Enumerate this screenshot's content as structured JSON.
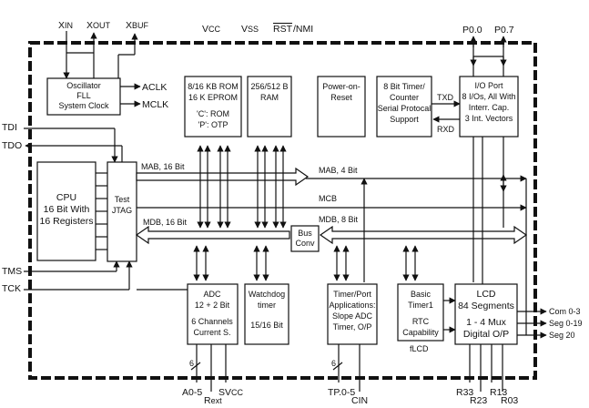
{
  "pins_top": {
    "xin": "X",
    "xin_sub": "IN",
    "xout": "X",
    "xout_sub": "OUT",
    "xbuf": "X",
    "xbuf_sub": "BUF",
    "vcc": "V",
    "vcc_sub": "CC",
    "vss": "V",
    "vss_sub": "SS",
    "rst_bar": "RST",
    "rst_rest": "/NMI",
    "p00": "P0.0",
    "p07": "P0.7"
  },
  "pins_left": {
    "tdi": "TDI",
    "tdo": "TDO",
    "tms": "TMS",
    "tck": "TCK"
  },
  "pins_right": {
    "com": "Com 0-3",
    "seg0": "Seg 0-19",
    "seg20": "Seg 20"
  },
  "pins_bottom": {
    "a": "A0-5",
    "rext": "R",
    "rext_sub": "ext",
    "svcc": "SV",
    "svcc_sub": "CC",
    "tp": "TP.0-5",
    "cin": "CIN",
    "r33": "R33",
    "r23": "R23",
    "r13": "R13",
    "r03": "R03",
    "six_a": "6",
    "six_b": "6"
  },
  "blocks": {
    "osc": [
      "Oscillator",
      "FLL",
      "System Clock"
    ],
    "aclk": "ACLK",
    "mclk": "MCLK",
    "rom": [
      "8/16 KB ROM",
      "16 K EPROM",
      "'C': ROM",
      "'P': OTP"
    ],
    "ram": [
      "256/512 B",
      "RAM"
    ],
    "por": [
      "Power-on-",
      "Reset"
    ],
    "timer8": [
      "8 Bit Timer/",
      "Counter",
      "Serial Protocal",
      "Support"
    ],
    "txd": "TXD",
    "rxd": "RXD",
    "io": [
      "I/O Port",
      "8 I/Os, All With",
      "Interr. Cap.",
      "3 Int. Vectors"
    ],
    "cpu": [
      "CPU",
      "16 Bit With",
      "16 Registers"
    ],
    "jtag": [
      "Test",
      "JTAG"
    ],
    "busconv": [
      "Bus",
      "Conv"
    ],
    "adc": [
      "ADC",
      "12 + 2 Bit",
      "6 Channels",
      "Current S."
    ],
    "wdt": [
      "Watchdog",
      "timer",
      "15/16 Bit"
    ],
    "tport": [
      "Timer/Port",
      "Applications:",
      "Slope ADC",
      "Timer, O/P"
    ],
    "btimer": [
      "Basic",
      "Timer1",
      "RTC",
      "Capability"
    ],
    "flcd": "fLCD",
    "lcd": [
      "LCD",
      "84 Segments",
      "1 - 4 Mux",
      "Digital O/P"
    ]
  },
  "buses": {
    "mab16": "MAB, 16 Bit",
    "mab4": "MAB, 4 Bit",
    "mcb": "MCB",
    "mdb16": "MDB, 16 Bit",
    "mdb8": "MDB, 8 Bit"
  }
}
